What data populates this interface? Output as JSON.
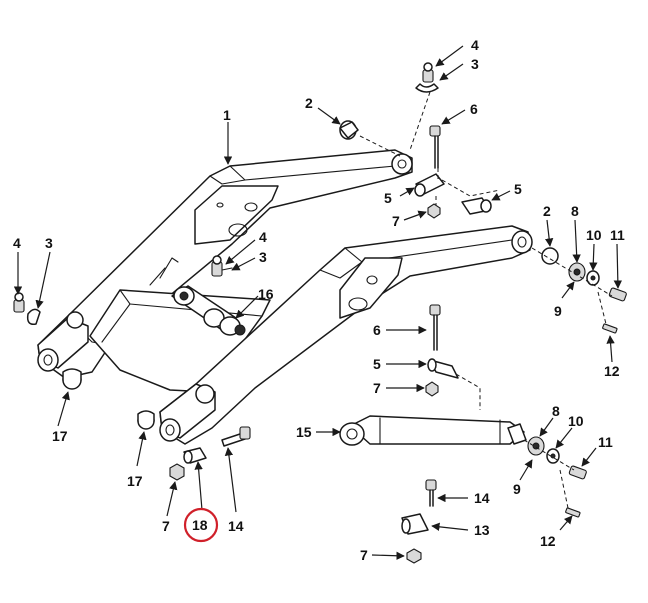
{
  "callouts": {
    "c1": "1",
    "c2a": "2",
    "c2b": "2",
    "c3a": "3",
    "c3b": "3",
    "c3c": "3",
    "c4a": "4",
    "c4b": "4",
    "c4c": "4",
    "c5a": "5",
    "c5b": "5",
    "c5c": "5",
    "c6a": "6",
    "c6b": "6",
    "c7a": "7",
    "c7b": "7",
    "c7c": "7",
    "c7d": "7",
    "c8a": "8",
    "c8b": "8",
    "c9a": "9",
    "c9b": "9",
    "c10a": "10",
    "c10b": "10",
    "c11a": "11",
    "c11b": "11",
    "c12a": "12",
    "c12b": "12",
    "c13": "13",
    "c14a": "14",
    "c14b": "14",
    "c15": "15",
    "c16": "16",
    "c17a": "17",
    "c17b": "17",
    "c18": "18"
  },
  "highlight": {
    "part": "18",
    "color": "#d0202a"
  }
}
